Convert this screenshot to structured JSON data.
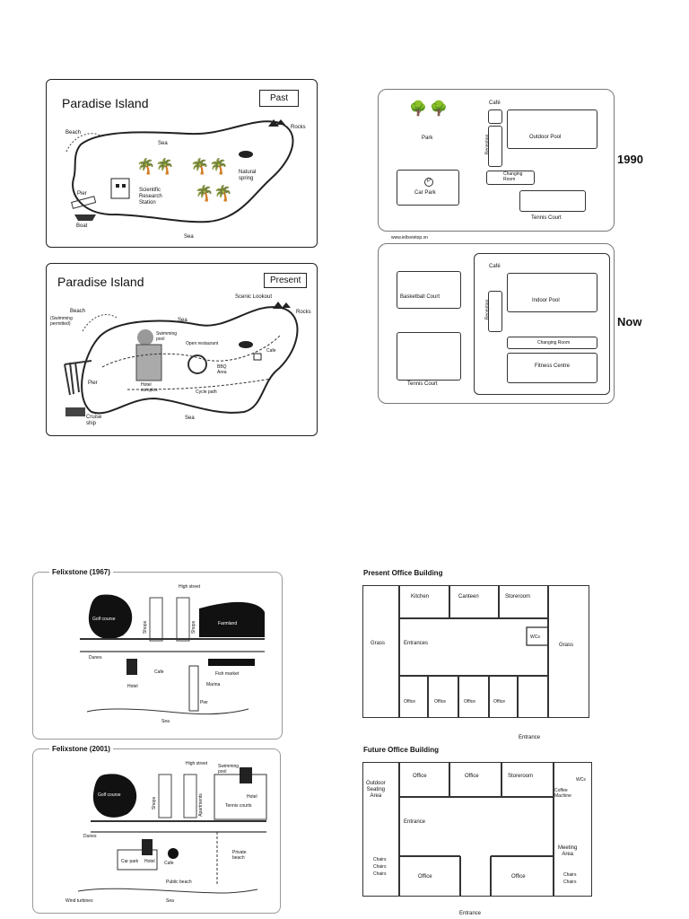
{
  "paradise_past": {
    "title": "Paradise Island",
    "badge": "Past",
    "labels": {
      "beach": "Beach",
      "sea_top": "Sea",
      "rocks": "Rocks",
      "natural_spring": "Natural\nspring",
      "research": "Scientific\nResearch\nStation",
      "pier": "Pier",
      "boat": "Boat",
      "sea_bottom": "Sea"
    }
  },
  "paradise_present": {
    "title": "Paradise Island",
    "badge": "Present",
    "labels": {
      "scenic": "Scenic Lookout",
      "rocks": "Rocks",
      "beach": "Beach",
      "swimming_permitted": "(Swimming\npermitted)",
      "sea_top": "Sea",
      "swimming_pool": "Swimming\npool",
      "open_restaurant": "Open restaurant",
      "cafe": "Cafe",
      "bbq": "BBQ\nArea",
      "pier": "Pier",
      "hotel_complex": "Hotel\ncomplex",
      "cycle_path": "Cycle path",
      "cruise_ship": "Cruise\nship",
      "sea_bottom": "Sea"
    }
  },
  "leisure_1990": {
    "year": "1990",
    "cafe": "Café",
    "park": "Park",
    "reception": "Reception",
    "outdoor_pool": "Outdoor Pool",
    "changing_room": "Changing\nRoom",
    "car_park": "Car Park",
    "parking_symbol": "P",
    "tennis_court": "Tennis Court",
    "website": "www.ieltsvietop.vn"
  },
  "leisure_now": {
    "year": "Now",
    "cafe": "Café",
    "basketball_court": "Basketball Court",
    "reception": "Reception",
    "indoor_pool": "Indoor Pool",
    "changing_room": "Changing Room",
    "fitness_centre": "Fitness Centre",
    "tennis_court": "Tennis Court"
  },
  "felixstowe_1967": {
    "title": "Felixstone (1967)",
    "high_street": "High street",
    "golf_course": "Golf course",
    "shops_left": "Shops",
    "shops_right": "Shops",
    "farmland": "Farmland",
    "dunes": "Dunes",
    "hotel": "Hotel",
    "cafe": "Cafe",
    "fish_market": "Fish market",
    "marina": "Marina",
    "pier": "Pier",
    "sea": "Sea"
  },
  "felixstowe_2001": {
    "title": "Felixstone (2001)",
    "high_street": "High street",
    "golf_course": "Golf course",
    "shops": "Shops",
    "apartments": "Apartments",
    "swimming_pool": "Swimming\npool",
    "hotel_right": "Hotel",
    "tennis_courts": "Tennis courts",
    "dunes": "Dunes",
    "car_park": "Car park",
    "hotel": "Hotel",
    "cafe": "Cafe",
    "private_beach": "Private\nbeach",
    "public_beach": "Public beach",
    "wind_turbines": "Wind turbines",
    "sea": "Sea"
  },
  "office_present": {
    "title": "Present Office Building",
    "kitchen": "Kitchen",
    "canteen": "Canteen",
    "storeroom": "Storeroom",
    "wcs": "WCs",
    "grass_left": "Grass",
    "entrances": "Entrances",
    "grass_right": "Grass",
    "office": "Office",
    "entrance": "Entrance"
  },
  "office_future": {
    "title": "Future Office Building",
    "outdoor_seating": "Outdoor\nSeating\nArea",
    "office": "Office",
    "storeroom": "Storeroom",
    "wcs": "WCs",
    "coffee_machine": "Coffee\nMachine",
    "entrance": "Entrance",
    "meeting_area": "Meeting\nArea",
    "chairs": "Chairs"
  }
}
